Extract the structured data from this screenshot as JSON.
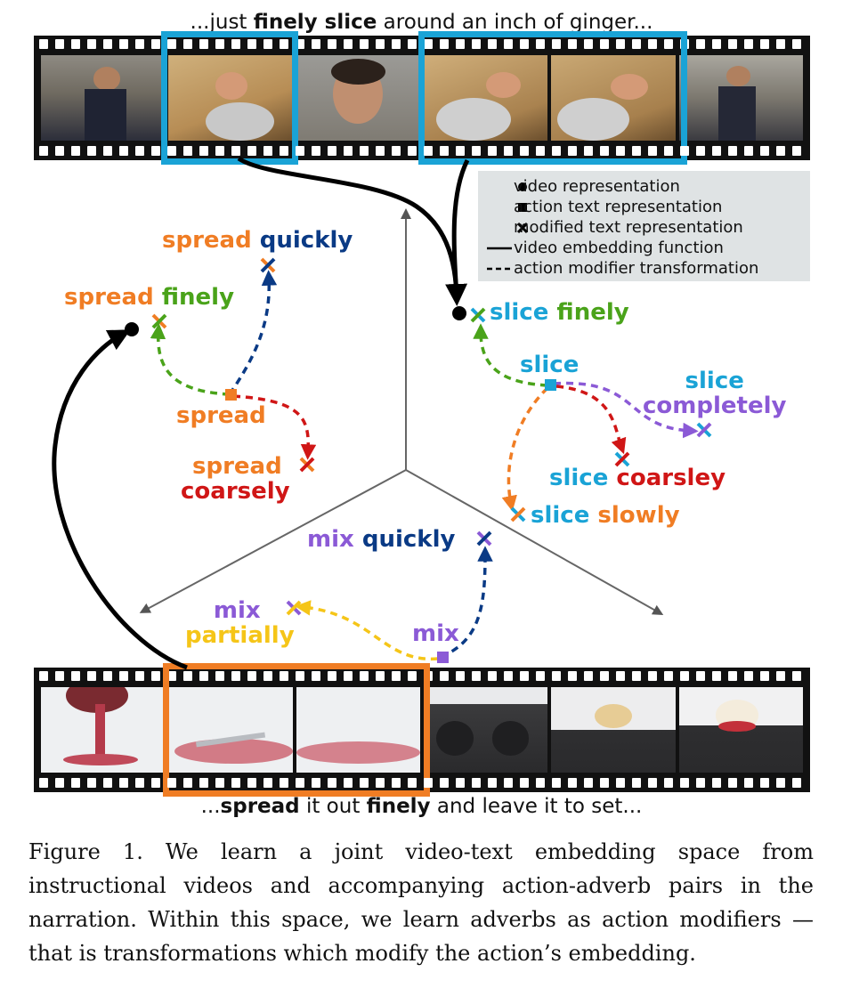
{
  "top_narration": {
    "pre": "...just ",
    "bold": "finely slice",
    "post": " around an inch of ginger..."
  },
  "bottom_narration": {
    "pre": "...",
    "bold1": "spread",
    "mid": " it out ",
    "bold2": "finely",
    "post": " and leave it to set..."
  },
  "legend": {
    "items": [
      {
        "symbol": "circle",
        "label": "video representation"
      },
      {
        "symbol": "square",
        "label": "action text representation"
      },
      {
        "symbol": "cross",
        "label": "modified text representation"
      },
      {
        "symbol": "solid-arrow",
        "label": "video embedding function"
      },
      {
        "symbol": "dashed-arrow",
        "label": "action modifier transformation"
      }
    ]
  },
  "labels": {
    "spread_quickly": {
      "action": "spread",
      "adverb": "quickly"
    },
    "spread_finely": {
      "action": "spread",
      "adverb": "finely"
    },
    "spread": "spread",
    "spread_coarsely": {
      "action": "spread",
      "adverb": "coarsely"
    },
    "slice_finely": {
      "action": "slice",
      "adverb": "finely"
    },
    "slice": "slice",
    "slice_completely": {
      "action": "slice",
      "adverb": "completely"
    },
    "slice_coarsley": {
      "action": "slice",
      "adverb": "coarsley"
    },
    "slice_slowly": {
      "action": "slice",
      "adverb": "slowly"
    },
    "mix_quickly": {
      "action": "mix",
      "adverb": "quickly"
    },
    "mix_partially": {
      "action": "mix",
      "adverb": "partially"
    },
    "mix": "mix"
  },
  "colors": {
    "spread": "#f07d24",
    "finely": "#4aa31a",
    "quickly": "#0a3a85",
    "coarsely": "#d01616",
    "slice": "#1aa3d6",
    "completely": "#8b5ad6",
    "slowly": "#f07d24",
    "mix": "#8b5ad6",
    "partially": "#f5c518",
    "top_highlight": "#1aa3d6",
    "bottom_highlight": "#f07d24"
  },
  "caption": "Figure 1.   We learn a joint video-text embedding space from instructional videos and accompanying action-adverb pairs in the narration. Within this space, we learn adverbs as action modifiers — that is transformations which modify the action’s embedding."
}
